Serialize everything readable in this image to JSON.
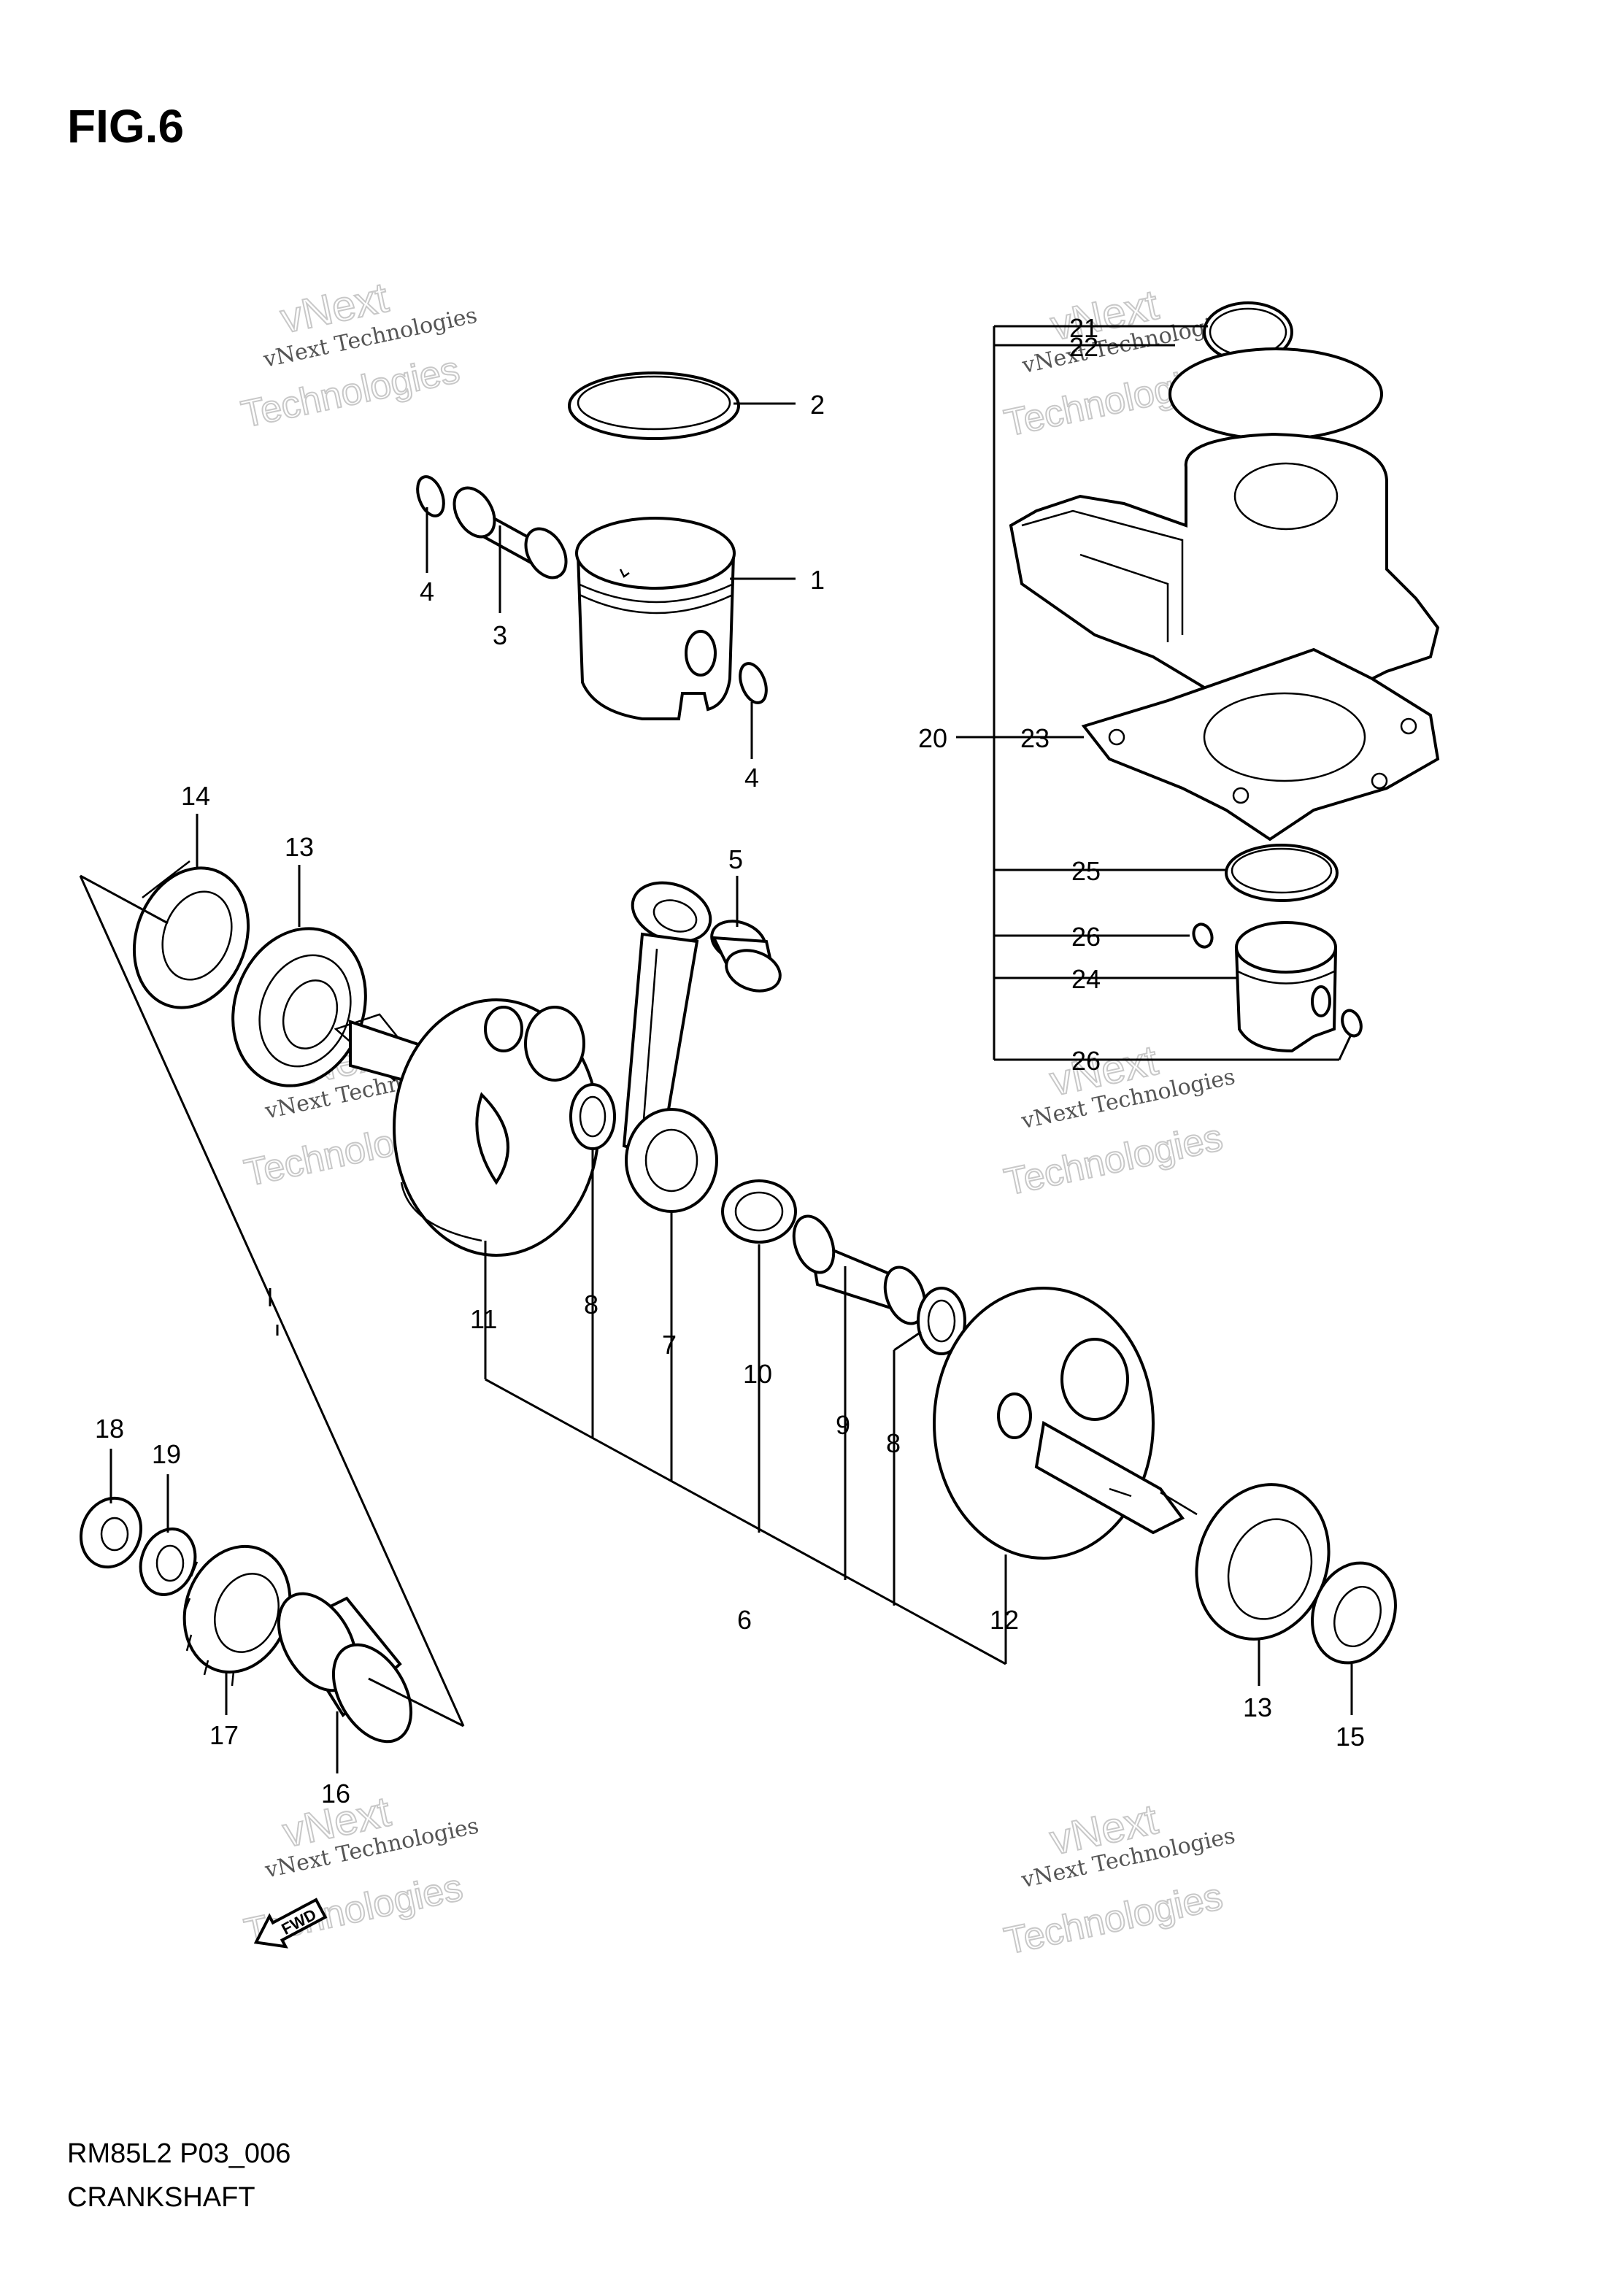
{
  "figure": {
    "title": "FIG.6",
    "code": "RM85L2 P03_006",
    "name": "CRANKSHAFT"
  },
  "callouts": [
    {
      "id": "1",
      "label": "1"
    },
    {
      "id": "2",
      "label": "2"
    },
    {
      "id": "3",
      "label": "3"
    },
    {
      "id": "4a",
      "label": "4"
    },
    {
      "id": "4b",
      "label": "4"
    },
    {
      "id": "5",
      "label": "5"
    },
    {
      "id": "6",
      "label": "6"
    },
    {
      "id": "7",
      "label": "7"
    },
    {
      "id": "8a",
      "label": "8"
    },
    {
      "id": "8b",
      "label": "8"
    },
    {
      "id": "9",
      "label": "9"
    },
    {
      "id": "10",
      "label": "10"
    },
    {
      "id": "11",
      "label": "11"
    },
    {
      "id": "12",
      "label": "12"
    },
    {
      "id": "13a",
      "label": "13"
    },
    {
      "id": "13b",
      "label": "13"
    },
    {
      "id": "14",
      "label": "14"
    },
    {
      "id": "15",
      "label": "15"
    },
    {
      "id": "16",
      "label": "16"
    },
    {
      "id": "17",
      "label": "17"
    },
    {
      "id": "18",
      "label": "18"
    },
    {
      "id": "19",
      "label": "19"
    },
    {
      "id": "20",
      "label": "20"
    },
    {
      "id": "21",
      "label": "21"
    },
    {
      "id": "22",
      "label": "22"
    },
    {
      "id": "23",
      "label": "23"
    },
    {
      "id": "24",
      "label": "24"
    },
    {
      "id": "25",
      "label": "25"
    },
    {
      "id": "26a",
      "label": "26"
    },
    {
      "id": "26b",
      "label": "26"
    }
  ],
  "watermark": {
    "line1": "vNext",
    "line2": "vNext Technologies",
    "line3": "Technologies"
  },
  "fwd_label": "FWD"
}
